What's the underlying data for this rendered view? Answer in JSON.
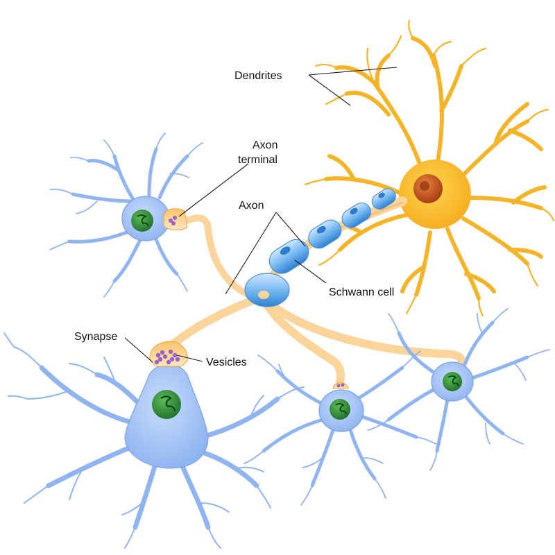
{
  "labels": {
    "dendrites": "Dendrites",
    "axon_terminal_line1": "Axon",
    "axon_terminal_line2": "terminal",
    "axon": "Axon",
    "schwann_cell": "Schwann cell",
    "synapse": "Synapse",
    "vesicles": "Vesicles"
  },
  "colors": {
    "blue_neuron_fill": "#a9c8f7",
    "blue_neuron_edge": "#6f96de",
    "orange_neuron_fill": "#f9bd2e",
    "nucleus_green": "#2f8b3c",
    "nucleus_red": "#c2551f",
    "schwann_blue": "#4a9be0",
    "axon_orange": "#fbd49b",
    "vesicle_purple": "#9a62c9"
  }
}
